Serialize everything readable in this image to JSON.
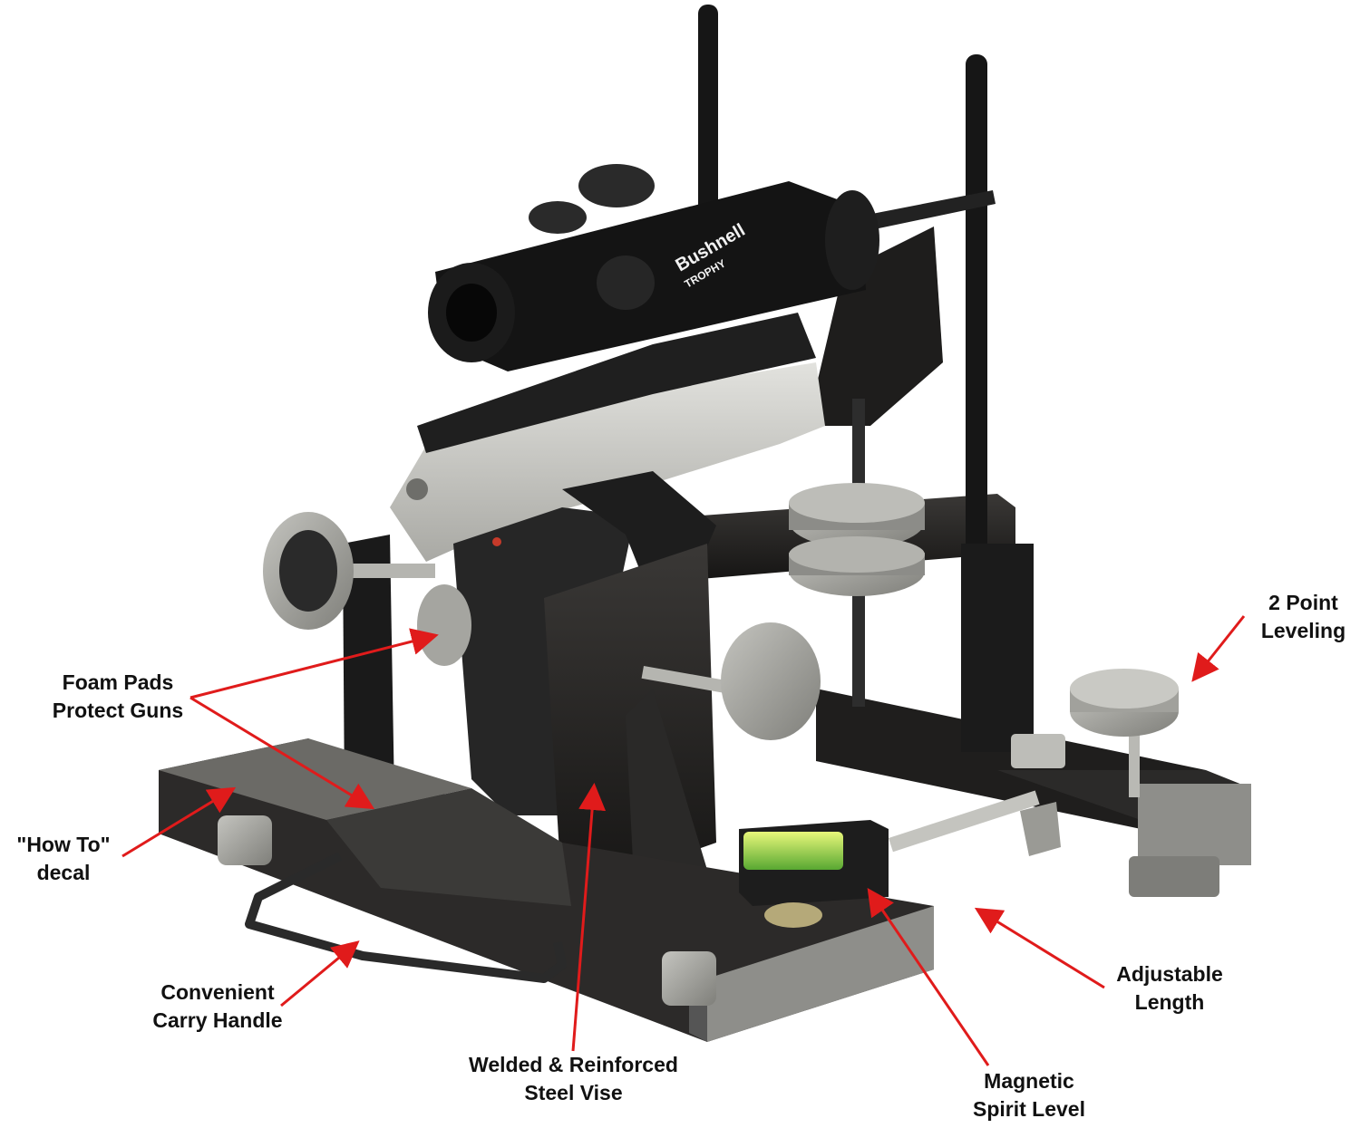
{
  "product": {
    "description": "Gun vise / sighting rest holding a pistol with red-dot scope",
    "scope_brand_text": "Bushnell",
    "scope_model_text": "TROPHY"
  },
  "colors": {
    "background": "#ffffff",
    "arrow": "#e01b1b",
    "label_text": "#111111",
    "frame_black": "#1c1c1c",
    "knob_gray": "#9a9a96",
    "slide_silver": "#c9c9c4",
    "level_green": "#b8e23a"
  },
  "callouts": [
    {
      "id": "two-point-leveling",
      "lines": [
        "2 Point",
        "Leveling"
      ]
    },
    {
      "id": "foam-pads",
      "lines": [
        "Foam Pads",
        "Protect Guns"
      ]
    },
    {
      "id": "how-to-decal",
      "lines": [
        "\"How To\"",
        "decal"
      ]
    },
    {
      "id": "carry-handle",
      "lines": [
        "Convenient",
        "Carry Handle"
      ]
    },
    {
      "id": "steel-vise",
      "lines": [
        "Welded & Reinforced",
        "Steel Vise"
      ]
    },
    {
      "id": "spirit-level",
      "lines": [
        "Magnetic",
        "Spirit Level"
      ]
    },
    {
      "id": "adjustable-length",
      "lines": [
        "Adjustable",
        "Length"
      ]
    }
  ]
}
